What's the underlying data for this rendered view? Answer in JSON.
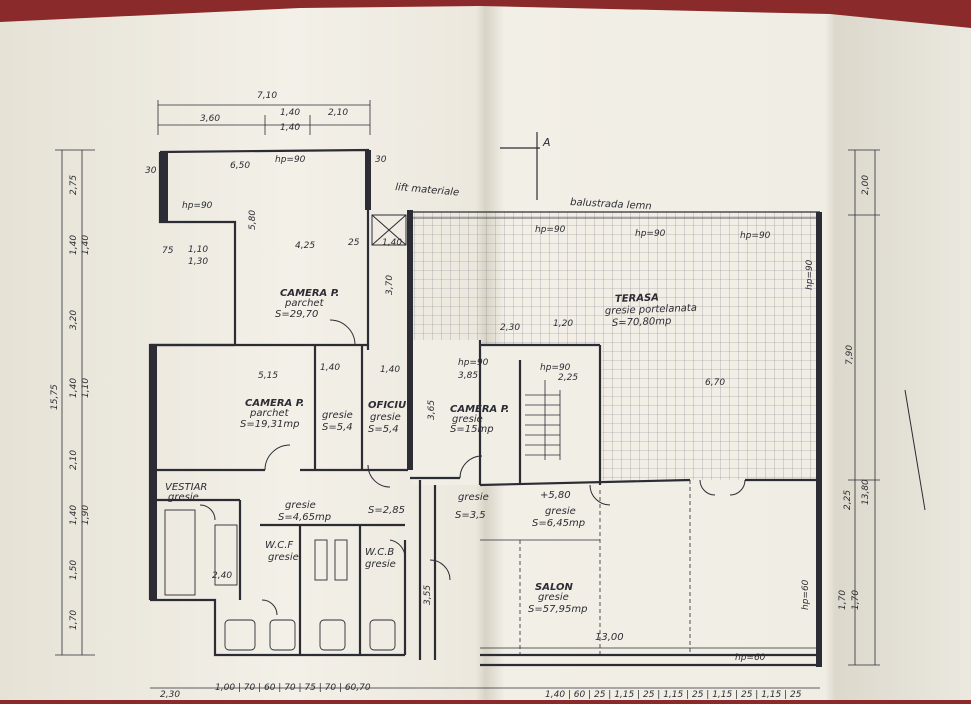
{
  "colors": {
    "paper": "#f2efe6",
    "paper_shadow": "#d9d4c6",
    "ink": "#2c2c34",
    "background": "#8a2a2a"
  },
  "top_dims": {
    "total": "7,10",
    "d1": "3,60",
    "d2": "1,40",
    "d3": "2,10",
    "d4": "1,40"
  },
  "left_dims": {
    "total": "15,75",
    "a": "2,75",
    "b": "1,40",
    "c": "1,40",
    "d": "3,20",
    "e": "1,40",
    "f": "1,10",
    "g": "2,10",
    "h": "1,40",
    "i": "1,90",
    "j": "1,50",
    "k": "1,70"
  },
  "right_dims": {
    "a": "2,00",
    "b": "7,90",
    "c": "13,80",
    "d": "2,25",
    "e": "1,70",
    "f": "1,70"
  },
  "labels": {
    "section_marker": "A",
    "lift": "lift materiale",
    "balustrade": "balustrada lemn",
    "hp90_a": "hp=90",
    "hp90_b": "hp=90",
    "hp90_c": "hp=90",
    "hp90_d": "hp=90",
    "hp90_e": "hp=90",
    "hp90_f": "hp=90",
    "hp90_g": "hp=90",
    "hp90_h": "hp=90",
    "hp60_a": "hp=60",
    "hp60_b": "hp=60",
    "plus_580": "+5,80"
  },
  "misc_dims": {
    "m650": "6,50",
    "m30a": "30",
    "m30b": "30",
    "m580": "5,80",
    "m425": "4,25",
    "m25": "25",
    "m110": "1,10",
    "m130": "1,30",
    "m75": "75",
    "m370": "3,70",
    "m140a": "1,40",
    "m515": "5,15",
    "m140b": "1,40",
    "m140c": "1,40",
    "m385": "3,85",
    "m365": "3,65",
    "m670": "6,70",
    "m225": "2,25",
    "m230": "2,30",
    "m120": "1,20",
    "m1300": "13,00",
    "m355": "3,55",
    "m240": "2,40",
    "bottom1": "2,30",
    "bottom2": "1,00 | 70 | 60 | 70 | 75 | 70 | 60,70",
    "bottom3": "1,40 | 60 | 25 | 1,15 | 25 | 1,15 | 25 | 1,15 | 25 | 1,15 | 25"
  },
  "rooms": {
    "camera1_name": "CAMERA P.",
    "camera1_floor": "parchet",
    "camera1_area": "S=29,70",
    "camera2_name": "CAMERA P.",
    "camera2_floor": "parchet",
    "camera2_area": "S=19,31mp",
    "gresie_small": "gresie",
    "gresie_small_area": "S=5,4",
    "oficiu_name": "OFICIU",
    "oficiu_floor": "gresie",
    "oficiu_area": "S=5,4",
    "camera3_name": "CAMERA P.",
    "camera3_floor": "gresie",
    "camera3_area": "S=15mp",
    "terasa_name": "TERASA",
    "terasa_floor": "gresie portelanata",
    "terasa_area": "S=70,80mp",
    "vestiar_name": "VESTIAR",
    "vestiar_floor": "gresie",
    "hol_floor": "gresie",
    "hol_area": "S=4,65mp",
    "hol2_area": "S=2,85",
    "hol3_floor": "gresie",
    "hol3_area": "S=3,5",
    "hol4_floor": "gresie",
    "hol4_area": "S=6,45mp",
    "wcf_name": "W.C.F",
    "wcf_floor": "gresie",
    "wcb_name": "W.C.B",
    "wcb_floor": "gresie",
    "salon_name": "SALON",
    "salon_floor": "gresie",
    "salon_area": "S=57,95mp"
  }
}
